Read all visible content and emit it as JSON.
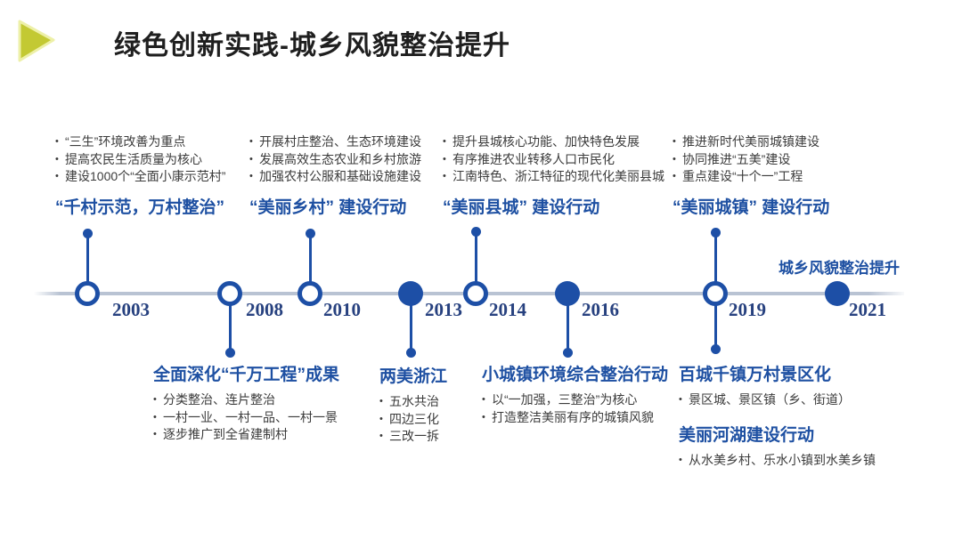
{
  "slide": {
    "title": "绿色创新实践-城乡风貌整治提升"
  },
  "colors": {
    "heading_blue": "#1e50a2",
    "node_blue": "#1d4fa6",
    "year_navy": "#27417f",
    "axis_gray": "#b9c3d3",
    "triangle_olive": "#c3c933"
  },
  "timeline": {
    "end_label": "城乡风貌整治提升",
    "years": {
      "y2003": "2003",
      "y2008": "2008",
      "y2010": "2010",
      "y2013": "2013",
      "y2014": "2014",
      "y2016": "2016",
      "y2019": "2019",
      "y2021": "2021"
    },
    "above": {
      "a2003": {
        "heading": "“千村示范，万村整治”",
        "bullets": [
          "“三生”环境改善为重点",
          "提高农民生活质量为核心",
          "建设1000个“全面小康示范村”"
        ]
      },
      "a2010": {
        "heading": "“美丽乡村” 建设行动",
        "bullets": [
          "开展村庄整治、生态环境建设",
          "发展高效生态农业和乡村旅游",
          "加强农村公服和基础设施建设"
        ]
      },
      "a2014": {
        "heading": "“美丽县城” 建设行动",
        "bullets": [
          "提升县城核心功能、加快特色发展",
          "有序推进农业转移人口市民化",
          "江南特色、浙江特征的现代化美丽县城"
        ]
      },
      "a2019": {
        "heading": "“美丽城镇” 建设行动",
        "bullets": [
          "推进新时代美丽城镇建设",
          "协同推进“五美”建设",
          "重点建设“十个一”工程"
        ]
      }
    },
    "below": {
      "b2008": {
        "heading": "全面深化“千万工程”成果",
        "bullets": [
          "分类整治、连片整治",
          "一村一业、一村一品、一村一景",
          "逐步推广到全省建制村"
        ]
      },
      "b2013": {
        "heading": "两美浙江",
        "bullets": [
          "五水共治",
          "四边三化",
          "三改一拆"
        ]
      },
      "b2016": {
        "heading": "小城镇环境综合整治行动",
        "bullets": [
          "以“一加强，三整治”为核心",
          "打造整洁美丽有序的城镇风貌"
        ]
      },
      "b2019a": {
        "heading": "百城千镇万村景区化",
        "bullets": [
          "景区城、景区镇（乡、街道）"
        ]
      },
      "b2019b": {
        "heading": "美丽河湖建设行动",
        "bullets": [
          "从水美乡村、乐水小镇到水美乡镇"
        ]
      }
    }
  }
}
